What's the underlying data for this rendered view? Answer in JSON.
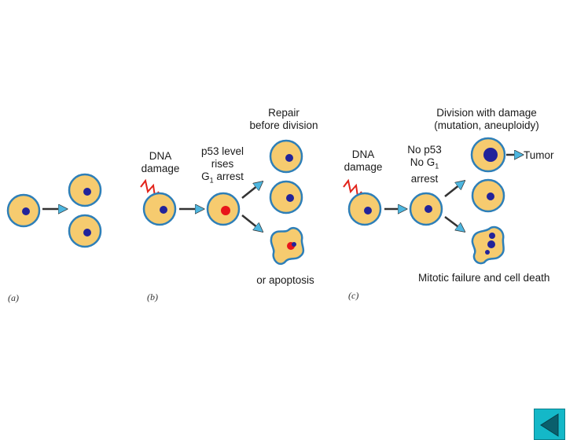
{
  "colors": {
    "cell_fill": "#f6cb6f",
    "cell_stroke": "#2e7fb8",
    "nucleus": "#22239a",
    "p53_nucleus": "#e8141a",
    "arrow": "#4db6df",
    "damage_bolt": "#e2231a",
    "nav_button": "#14b8c8"
  },
  "panels": {
    "a": {
      "label": "(a)"
    },
    "b": {
      "label": "(b)",
      "dna_damage": "DNA\ndamage",
      "p53": [
        "p53 level",
        "rises",
        "G",
        "1",
        " arrest"
      ],
      "repair": "Repair\nbefore division",
      "apoptosis": "or apoptosis"
    },
    "c": {
      "label": "(c)",
      "dna_damage": "DNA\ndamage",
      "no_p53": [
        "No p53",
        "No G",
        "1",
        "arrest"
      ],
      "division_damage": "Division with damage",
      "division_note": "(mutation, aneuploidy)",
      "tumor": "Tumor",
      "mitotic_failure": "Mitotic failure and cell death"
    }
  },
  "nav": {
    "icon": "triangle-left-icon"
  }
}
